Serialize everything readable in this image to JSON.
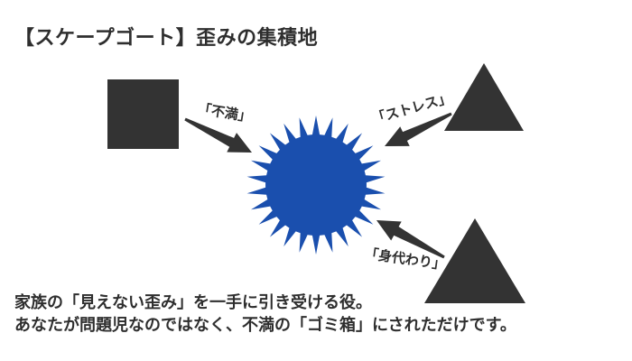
{
  "title": "【スケープゴート】歪みの集積地",
  "diagram": {
    "labels": {
      "fuman": "「不満」",
      "stress": "「ストレス」",
      "migawari": "「身代わり」"
    }
  },
  "footer": {
    "line1": "家族の「見えない歪み」を一手に引き受ける役。",
    "line2": "あなたが問題児なのではなく、不満の「ゴミ箱」にされただけです。"
  },
  "colors": {
    "background": "#ffffff",
    "text": "#2e2e2e",
    "shape_gray": "#333333",
    "accent_blue": "#1a4fae"
  }
}
